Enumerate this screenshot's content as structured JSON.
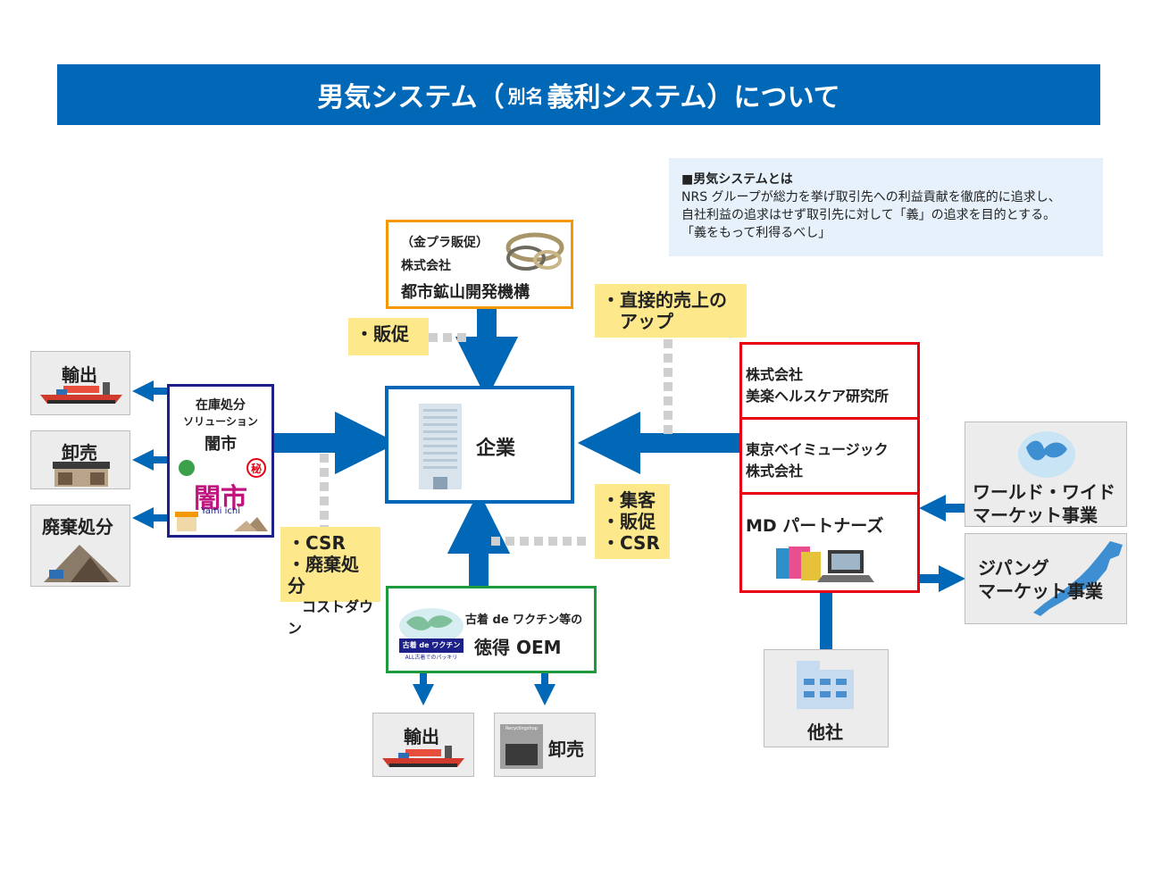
{
  "banner": {
    "title_a": "男気システム（",
    "title_small": "別名",
    "title_b": "義利システム）について"
  },
  "definition": {
    "heading": "■男気システムとは",
    "lines": [
      "NRS グループが総力を挙げ取引先への利益貢献を徹底的に追求し、",
      "自社利益の追求はせず取引先に対して「義」の追求を目的とする。",
      "「義をもって利得るべし」"
    ]
  },
  "center": {
    "label": "企業"
  },
  "mining": {
    "line1": "（金プラ販促）",
    "line2": "株式会社",
    "line3": "都市鉱山開発機構"
  },
  "yami": {
    "line1": "在庫処分",
    "line2": "ソリューション",
    "line3": "闇市",
    "logo_big": "闇市",
    "logo_small": "Yami ichi",
    "seal": "秘"
  },
  "oem": {
    "line1": "古着 de ワクチン等の",
    "line2": "徳得 OEM",
    "badge_top": "古着 de ワクチン",
    "badge_bottom": "ALL古着でのパッキリ"
  },
  "partners": {
    "box1_line1": "株式会社",
    "box1_line2": "美楽ヘルスケア研究所",
    "box2_line1": "東京ベイミュージック",
    "box2_line2": "株式会社",
    "box3": "MD パートナーズ"
  },
  "left_outputs": [
    "輸出",
    "卸売",
    "廃棄処分"
  ],
  "oem_outputs": {
    "export": "輸出",
    "wholesale": "卸売",
    "shop_sign": "Recyclingshop"
  },
  "right_markets": {
    "world_line1": "ワールド・ワイド",
    "world_line2": "マーケット事業",
    "jipang_line1": "ジパング",
    "jipang_line2": "マーケット事業"
  },
  "other": {
    "label": "他社"
  },
  "tags": {
    "hansoku": "・販促",
    "direct_line1": "・直接的売上の",
    "direct_line2": "　アップ",
    "csr_left": [
      "・CSR",
      "・廃棄処分",
      "　コストダウン"
    ],
    "csr_right": [
      "・集客",
      "・販促",
      "・CSR"
    ]
  },
  "colors": {
    "brand_blue": "#0068b7",
    "mining_orange": "#f39800",
    "yami_navy": "#1d2088",
    "oem_green": "#1d9a3c",
    "partner_red": "#e60012",
    "tag_yellow": "#fde98c"
  }
}
